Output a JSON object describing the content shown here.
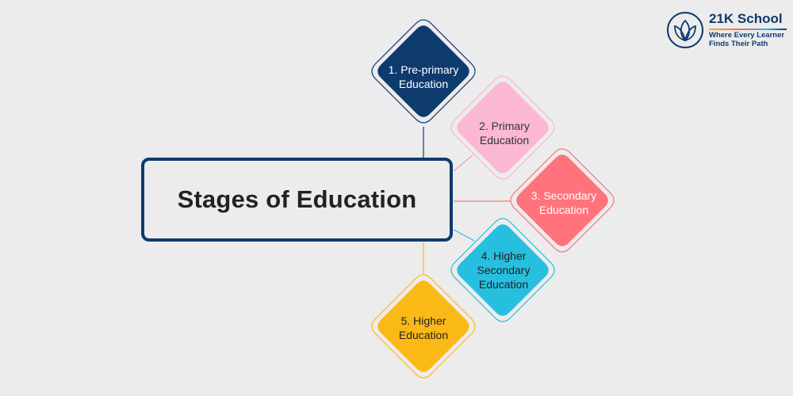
{
  "title": "Stages of Education",
  "brand": {
    "name": "21K School",
    "tagline_line1": "Where Every Learner",
    "tagline_line2": "Finds Their Path"
  },
  "stages": [
    {
      "line1": "1. Pre-primary",
      "line2": "Education",
      "color": "#0f3a6e",
      "text_color": "#ffffff"
    },
    {
      "line1": "2. Primary",
      "line2": "Education",
      "color": "#fbb7d3",
      "text_color": "#333333"
    },
    {
      "line1": "3. Secondary",
      "line2": "Education",
      "color": "#ff737c",
      "text_color": "#ffffff"
    },
    {
      "line1": "4. Higher",
      "line2": "Secondary",
      "line3": "Education",
      "color": "#27bfe0",
      "text_color": "#222222"
    },
    {
      "line1": "5. Higher",
      "line2": "Education",
      "color": "#fbb917",
      "text_color": "#222222"
    }
  ]
}
